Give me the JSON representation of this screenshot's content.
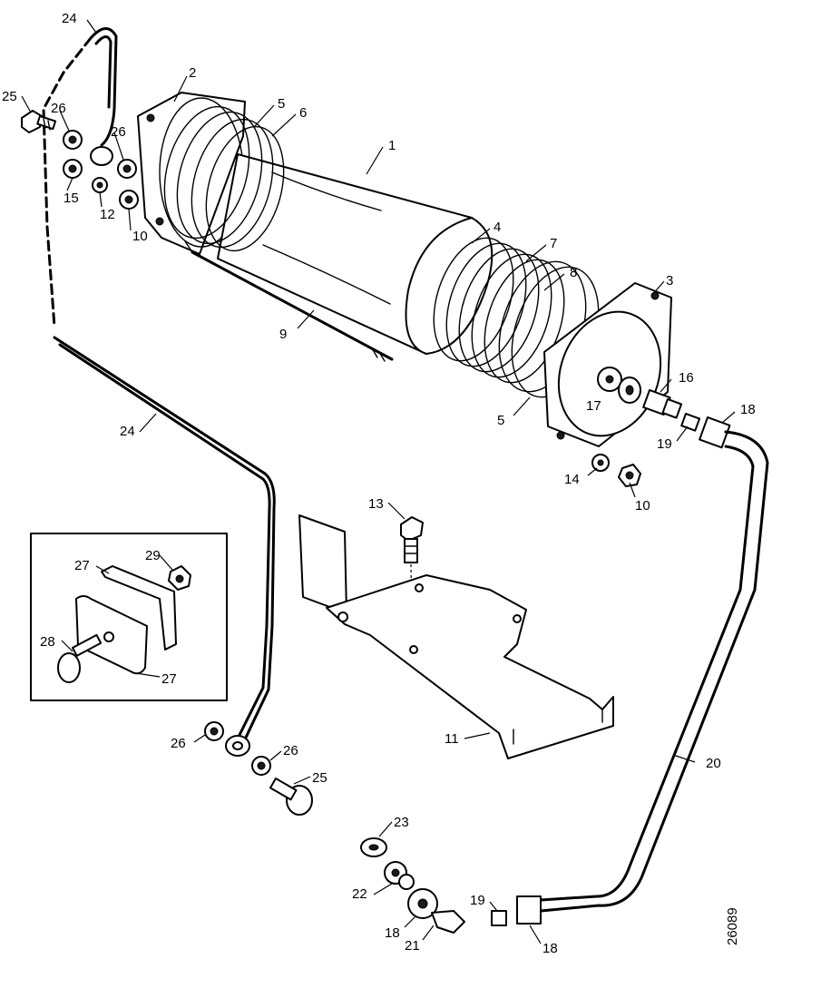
{
  "diagram": {
    "drawing_number": "26089",
    "callouts": {
      "c1": "1",
      "c2": "2",
      "c3": "3",
      "c4": "4",
      "c5a": "5",
      "c5b": "5",
      "c6": "6",
      "c7": "7",
      "c8": "8",
      "c9": "9",
      "c10a": "10",
      "c10b": "10",
      "c11": "11",
      "c12": "12",
      "c13": "13",
      "c14": "14",
      "c15": "15",
      "c16": "16",
      "c17": "17",
      "c18a": "18",
      "c18b": "18",
      "c18c": "18",
      "c19a": "19",
      "c19b": "19",
      "c20": "20",
      "c21": "21",
      "c22": "22",
      "c23": "23",
      "c24a": "24",
      "c24b": "24",
      "c25a": "25",
      "c25b": "25",
      "c26a": "26",
      "c26b": "26",
      "c26c": "26",
      "c26d": "26",
      "c27a": "27",
      "c27b": "27",
      "c28": "28",
      "c29": "29"
    }
  }
}
